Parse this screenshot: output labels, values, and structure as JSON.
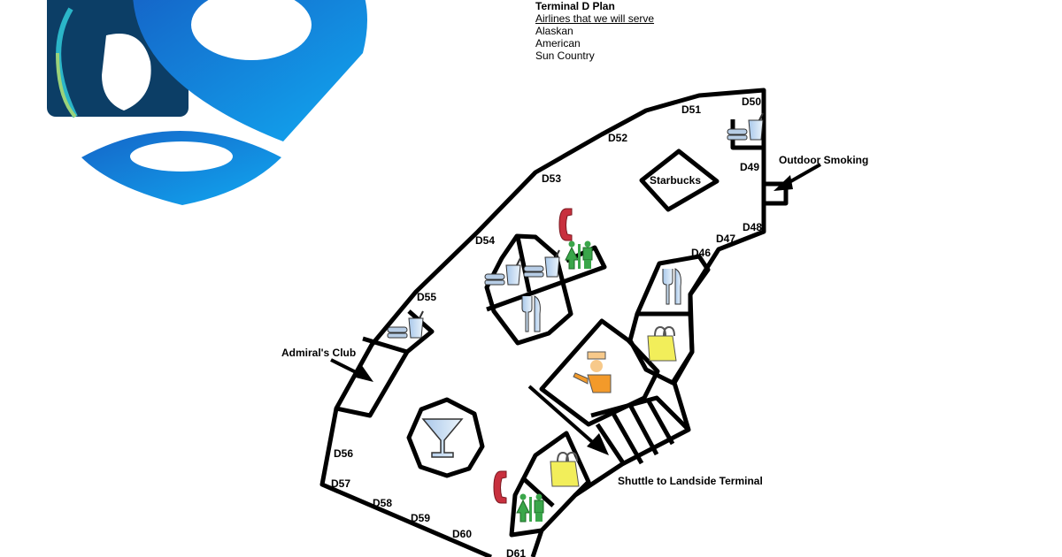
{
  "logo": {
    "name": "Alaska Airlines locator logo"
  },
  "info": {
    "title": "Terminal D Plan",
    "airlines_link": "Airlines that we will serve",
    "airlines": [
      "Alaskan",
      "American",
      "Sun Country"
    ]
  },
  "map": {
    "gates": [
      "D46",
      "D47",
      "D48",
      "D49",
      "D50",
      "D51",
      "D52",
      "D53",
      "D54",
      "D55",
      "D56",
      "D57",
      "D58",
      "D59",
      "D60",
      "D61"
    ],
    "labels": {
      "starbucks": "Starbucks",
      "outdoor_smoking": "Outdoor Smoking",
      "admirals_club": "Admiral's Club",
      "shuttle": "Shuttle to Landside Terminal"
    },
    "icons": [
      "food-drink-icon",
      "restaurant-icon",
      "phone-icon",
      "restroom-icon",
      "shopping-bag-icon",
      "security-officer-icon",
      "cocktail-icon"
    ],
    "colors": {
      "wall": "#000000",
      "logo_blue": "#1a73d9",
      "logo_navy": "#0c3e66",
      "restroom": "#3aa64a",
      "phone": "#c8303e",
      "bag": "#f2ee5a",
      "officer": "#f39a2a"
    }
  }
}
